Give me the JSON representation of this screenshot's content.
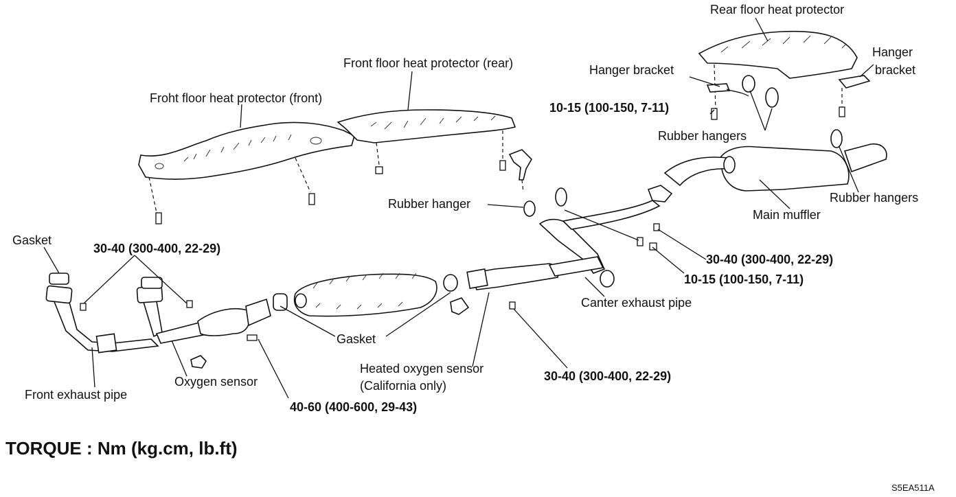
{
  "labels": {
    "front_floor_front": "Froht floor heat protector (front)",
    "front_floor_rear": "Front floor heat protector (rear)",
    "rear_floor": "Rear floor heat protector",
    "hanger_bracket_left": "Hanger bracket",
    "hanger_bracket_right_line1": "Hanger",
    "hanger_bracket_right_line2": "bracket",
    "torque_10_15_top": "10-15 (100-150, 7-11)",
    "rubber_hangers_top": "Rubber hangers",
    "rubber_hangers_right": "Rubber hangers",
    "main_muffler": "Main muffler",
    "rubber_hanger": "Rubber hanger",
    "gasket_left": "Gasket",
    "torque_30_40_left": "30-40 (300-400, 22-29)",
    "torque_30_40_right": "30-40 (300-400, 22-29)",
    "torque_10_15_mid": "10-15 (100-150, 7-11)",
    "center_exhaust_pipe": "Canter exhaust pipe",
    "gasket_mid": "Gasket",
    "heated_o2_line1": "Heated oxygen sensor",
    "heated_o2_line2": "(California only)",
    "torque_30_40_bottom": "30-40 (300-400, 22-29)",
    "oxygen_sensor": "Oxygen sensor",
    "front_exhaust_pipe": "Front exhaust pipe",
    "torque_40_60": "40-60 (400-600, 29-43)"
  },
  "legend": "TORQUE : Nm (kg.cm, lb.ft)",
  "figure_code": "S5EA511A"
}
